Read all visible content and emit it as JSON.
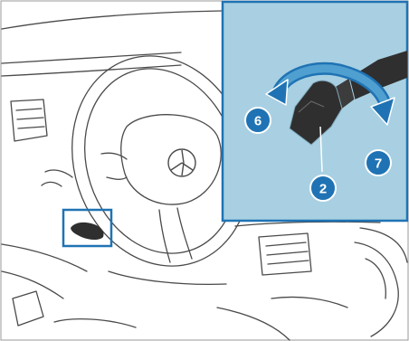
{
  "callouts": {
    "c6": "6",
    "c7": "7",
    "c2": "2"
  },
  "colors": {
    "accent": "#1f73b4",
    "inset_bg": "#a8d0e2",
    "line_art": "#4a4a4a",
    "control_dark": "#2f2f2f"
  },
  "icons": {
    "steering_emblem": "three-pointed-star-icon",
    "rotation_arrow": "curved-arrow-icon"
  }
}
